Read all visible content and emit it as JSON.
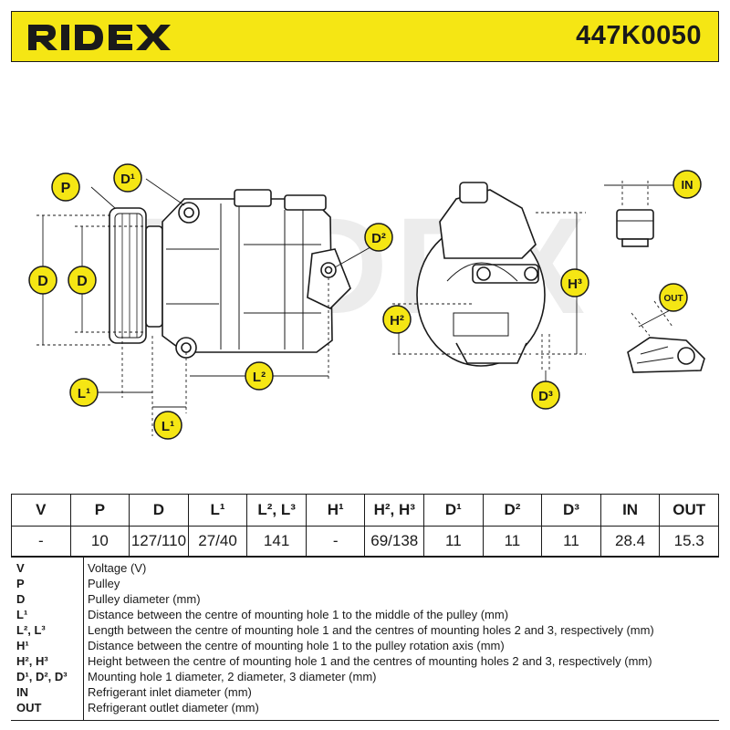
{
  "header": {
    "brand": "RIDEX",
    "part_number": "447K0050"
  },
  "drawing": {
    "watermark": "RIDEX",
    "labels": {
      "p": "P",
      "d1": "D¹",
      "d_outer": "D",
      "d_inner": "D",
      "l1_left": "L¹",
      "l1_bottom": "L¹",
      "l2": "L²",
      "d2": "D²",
      "h2": "H²",
      "h3": "H³",
      "d3": "D³",
      "in": "IN",
      "out": "OUT"
    }
  },
  "spec_table": {
    "headers": [
      "V",
      "P",
      "D",
      "L¹",
      "L², L³",
      "H¹",
      "H², H³",
      "D¹",
      "D²",
      "D³",
      "IN",
      "OUT"
    ],
    "values": [
      "-",
      "10",
      "127/110",
      "27/40",
      "141",
      "-",
      "69/138",
      "11",
      "11",
      "11",
      "28.4",
      "15.3"
    ]
  },
  "legend": [
    {
      "key": "V",
      "text": "Voltage (V)"
    },
    {
      "key": "P",
      "text": "Pulley"
    },
    {
      "key": "D",
      "text": "Pulley diameter (mm)"
    },
    {
      "key": "L¹",
      "text": "Distance between the centre of mounting hole 1 to the middle of the pulley (mm)"
    },
    {
      "key": "L², L³",
      "text": "Length between the centre of mounting hole 1 and the centres of mounting holes 2 and 3, respectively (mm)"
    },
    {
      "key": "H¹",
      "text": "Distance between the centre of mounting hole 1 to the pulley rotation axis (mm)"
    },
    {
      "key": "H², H³",
      "text": "Height between the centre of mounting hole 1 and the centres of mounting holes 2 and 3, respectively (mm)"
    },
    {
      "key": "D¹, D², D³",
      "text": "Mounting hole 1 diameter, 2 diameter, 3 diameter (mm)"
    },
    {
      "key": "IN",
      "text": "Refrigerant inlet diameter (mm)"
    },
    {
      "key": "OUT",
      "text": "Refrigerant outlet diameter (mm)"
    }
  ],
  "colors": {
    "brand_yellow": "#f5e614",
    "ink": "#1a1a1a"
  }
}
